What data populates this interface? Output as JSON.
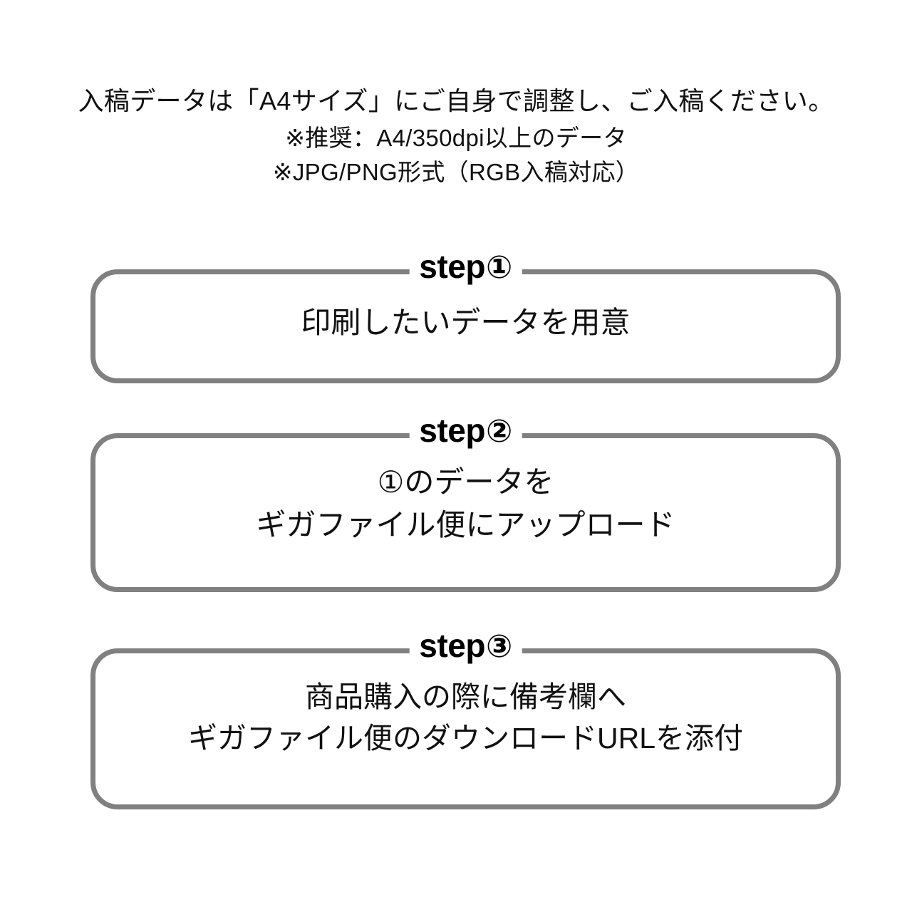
{
  "header": {
    "lines": [
      "入稿データは「A4サイズ」にご自身で調整し、ご入稿ください。",
      "※推奨：A4/350dpi以上のデータ",
      "※JPG/PNG形式（RGB入稿対応）"
    ]
  },
  "colors": {
    "box_border": "#808080",
    "text": "#111111",
    "background": "#ffffff",
    "label_text": "#000000"
  },
  "steps": [
    {
      "label_prefix": "step",
      "label_number": "①",
      "label_full": "step①",
      "body_lines": [
        "印刷したいデータを用意"
      ]
    },
    {
      "label_prefix": "step",
      "label_number": "②",
      "label_full": "step②",
      "body_lines": [
        "①のデータを",
        "ギガファイル便にアップロード"
      ]
    },
    {
      "label_prefix": "step",
      "label_number": "③",
      "label_full": "step③",
      "body_lines": [
        "商品購入の際に備考欄へ",
        "ギガファイル便のダウンロードURLを添付"
      ]
    }
  ]
}
